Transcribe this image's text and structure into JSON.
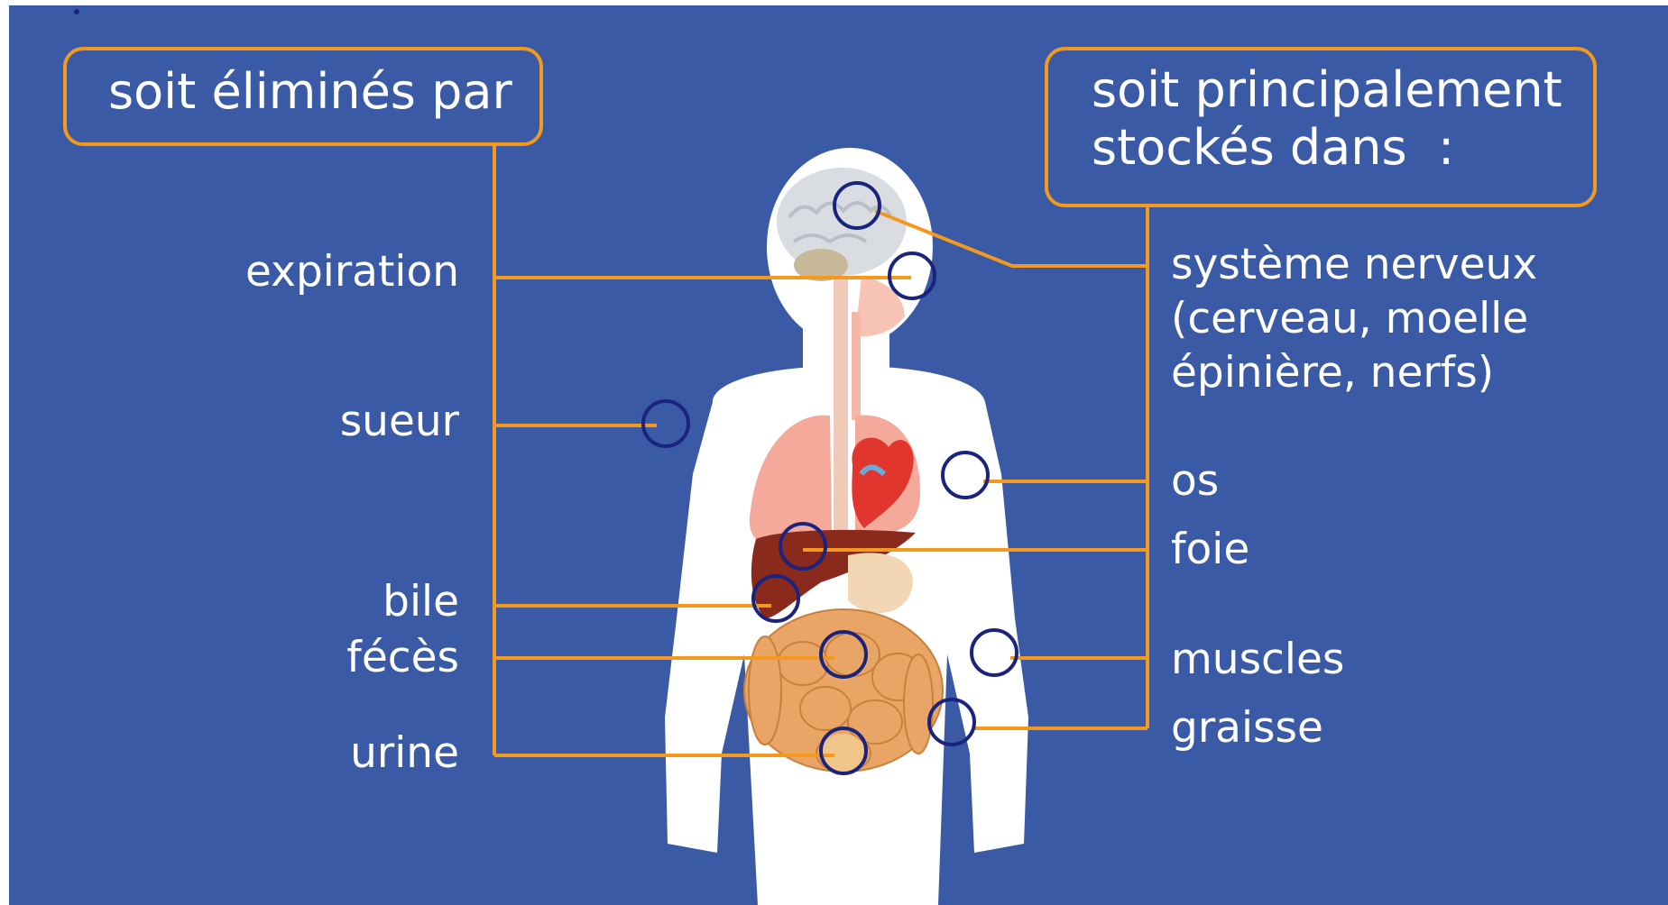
{
  "left_header": "soit éliminés par",
  "right_header": "soit principalement\nstockés dans  :",
  "left_labels": {
    "expiration": "expiration",
    "sueur": "sueur",
    "bile": "bile",
    "feces": "fécès",
    "urine": "urine"
  },
  "right_labels": {
    "nervous": "système nerveux\n(cerveau, moelle\népinière, nerfs)",
    "os": "os",
    "foie": "foie",
    "muscles": "muscles",
    "graisse": "graisse"
  },
  "colors": {
    "background": "#3b5aa6",
    "connector": "#f39a1e",
    "marker": "#1a237e",
    "text": "#ffffff"
  }
}
